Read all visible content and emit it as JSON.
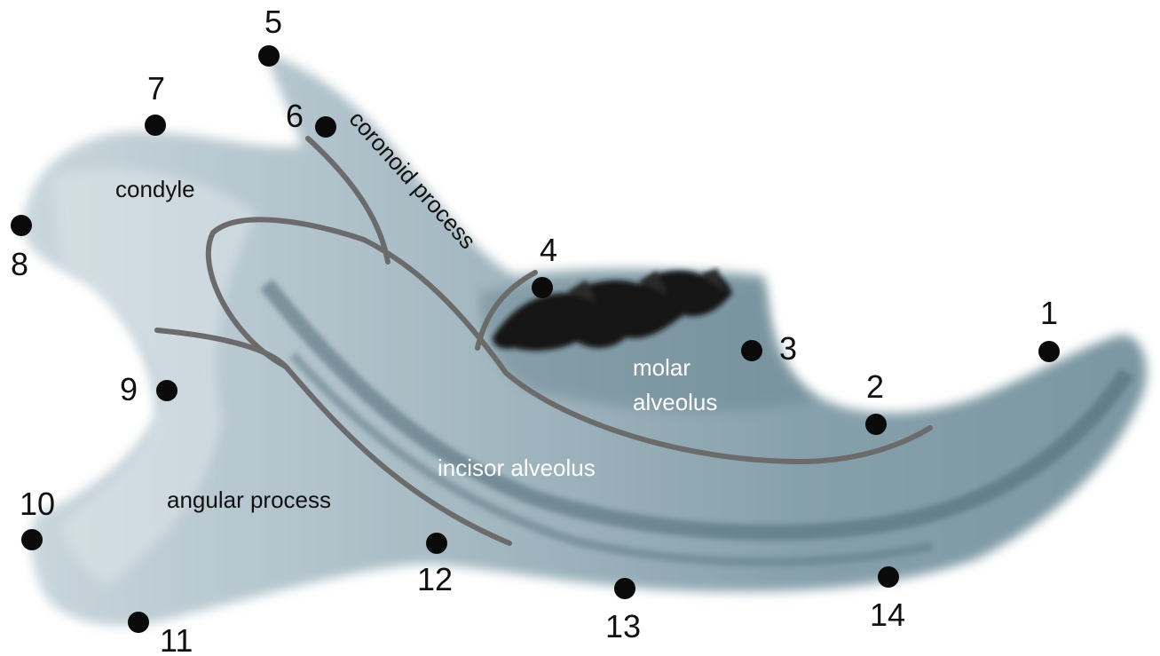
{
  "colors": {
    "bone": "#7f9aa6",
    "bone_dark": "#3f5862",
    "teeth": "#101010",
    "curve": "#6b6b6b",
    "landmark": "#0a0a0a",
    "label_on_white": "#111111",
    "label_on_bone": "#ffffff"
  },
  "landmarks": [
    {
      "id": 1,
      "label": "1"
    },
    {
      "id": 2,
      "label": "2"
    },
    {
      "id": 3,
      "label": "3"
    },
    {
      "id": 4,
      "label": "4"
    },
    {
      "id": 5,
      "label": "5"
    },
    {
      "id": 6,
      "label": "6"
    },
    {
      "id": 7,
      "label": "7"
    },
    {
      "id": 8,
      "label": "8"
    },
    {
      "id": 9,
      "label": "9"
    },
    {
      "id": 10,
      "label": "10"
    },
    {
      "id": 11,
      "label": "11"
    },
    {
      "id": 12,
      "label": "12"
    },
    {
      "id": 13,
      "label": "13"
    },
    {
      "id": 14,
      "label": "14"
    }
  ],
  "regions": {
    "condyle": "condyle",
    "coronoid": "coronoid process",
    "molar_line1": "molar",
    "molar_line2": "alveolus",
    "incisor": "incisor alveolus",
    "angular": "angular process"
  }
}
